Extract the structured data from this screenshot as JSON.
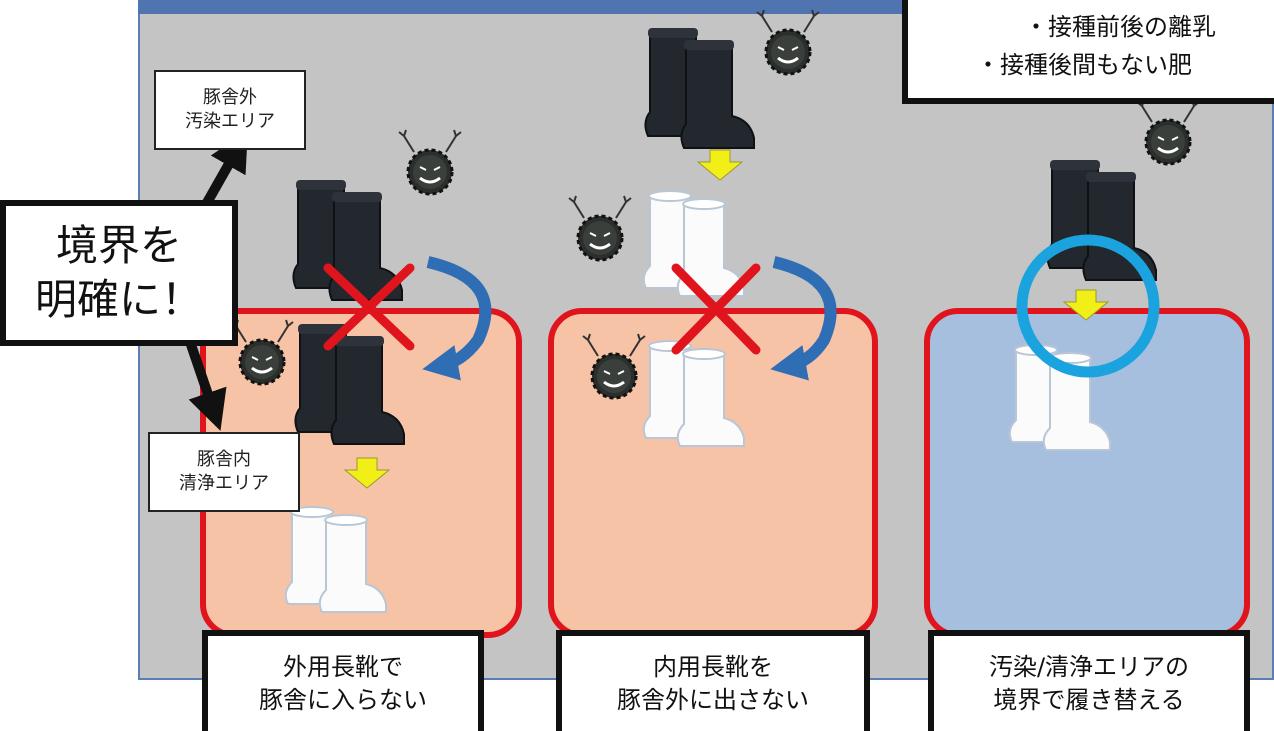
{
  "labels": {
    "outside": [
      "豚舎外",
      "汚染エリア"
    ],
    "inside": [
      "豚舎内",
      "清浄エリア"
    ]
  },
  "boundary": [
    "境界を",
    "明確に！"
  ],
  "note": [
    "・接種前後の離乳",
    "・接種後間もない肥"
  ],
  "captions": [
    [
      "外用長靴で",
      "豚舎に入らない"
    ],
    [
      "内用長靴を",
      "豚舎外に出さない"
    ],
    [
      "汚染/清浄エリアの",
      "境界で履き替える"
    ]
  ],
  "colors": {
    "panel": "#c4c4c4",
    "dirty_zone": "#f7c3a7",
    "clean_zone": "#a7bfdf",
    "zone_border": "#e0141c",
    "cross": "#e0141c",
    "ok_circle": "#1aa3de",
    "flow_arrow": "#f2ee18",
    "rotate_arrow": "#2f6db5"
  },
  "icons": [
    "black-boot-icon",
    "white-boot-icon",
    "virus-icon",
    "cross-mark-icon",
    "ok-circle-icon",
    "down-arrow-icon",
    "curved-arrow-icon"
  ]
}
